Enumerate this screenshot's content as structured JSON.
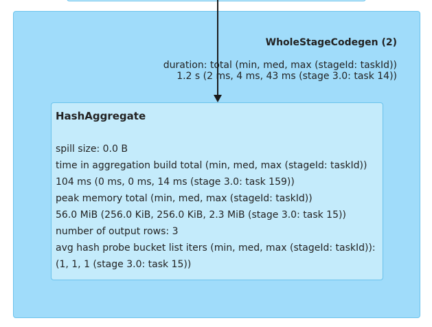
{
  "cluster": {
    "title": "WholeStageCodegen (2)",
    "metric_label": "duration: total (min, med, max (stageId: taskId))",
    "metric_value": "1.2 s (2 ms, 4 ms, 43 ms (stage 3.0: task 14))"
  },
  "node": {
    "title": "HashAggregate",
    "lines": [
      "spill size: 0.0 B",
      "time in aggregation build total (min, med, max (stageId: taskId))",
      "104 ms (0 ms, 0 ms, 14 ms (stage 3.0: task 159))",
      "peak memory total (min, med, max (stageId: taskId))",
      "56.0 MiB (256.0 KiB, 256.0 KiB, 2.3 MiB (stage 3.0: task 15))",
      "number of output rows: 3",
      "avg hash probe bucket list iters (min, med, max (stageId: taskId)):",
      "(1, 1, 1 (stage 3.0: task 15))"
    ]
  },
  "colors": {
    "cluster_fill": "#a0dcfa",
    "node_fill": "#c4ebfb",
    "border": "#69c2ec",
    "edge": "#1a1a1a"
  }
}
